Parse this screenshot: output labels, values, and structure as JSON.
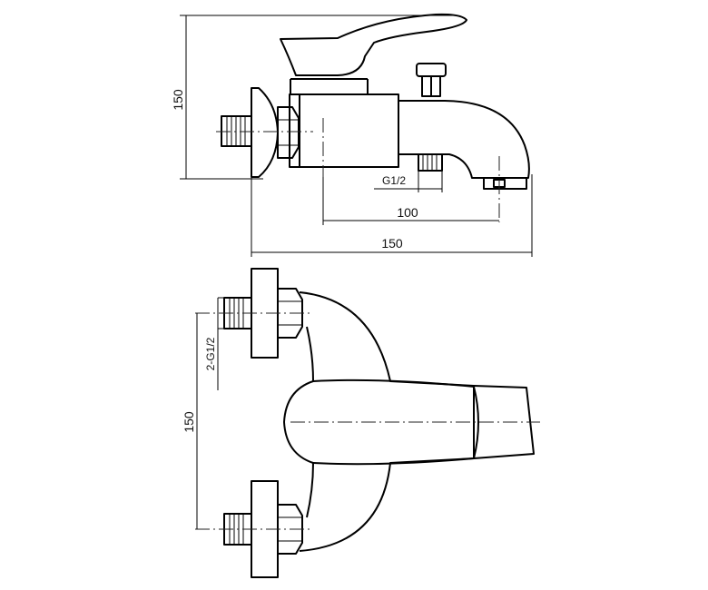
{
  "top_view": {
    "height_dim": "150",
    "thread_label": "G1/2",
    "outlet_dim": "100",
    "width_dim": "150"
  },
  "bottom_view": {
    "thread_label": "2-G1/2",
    "spacing_dim": "150"
  }
}
